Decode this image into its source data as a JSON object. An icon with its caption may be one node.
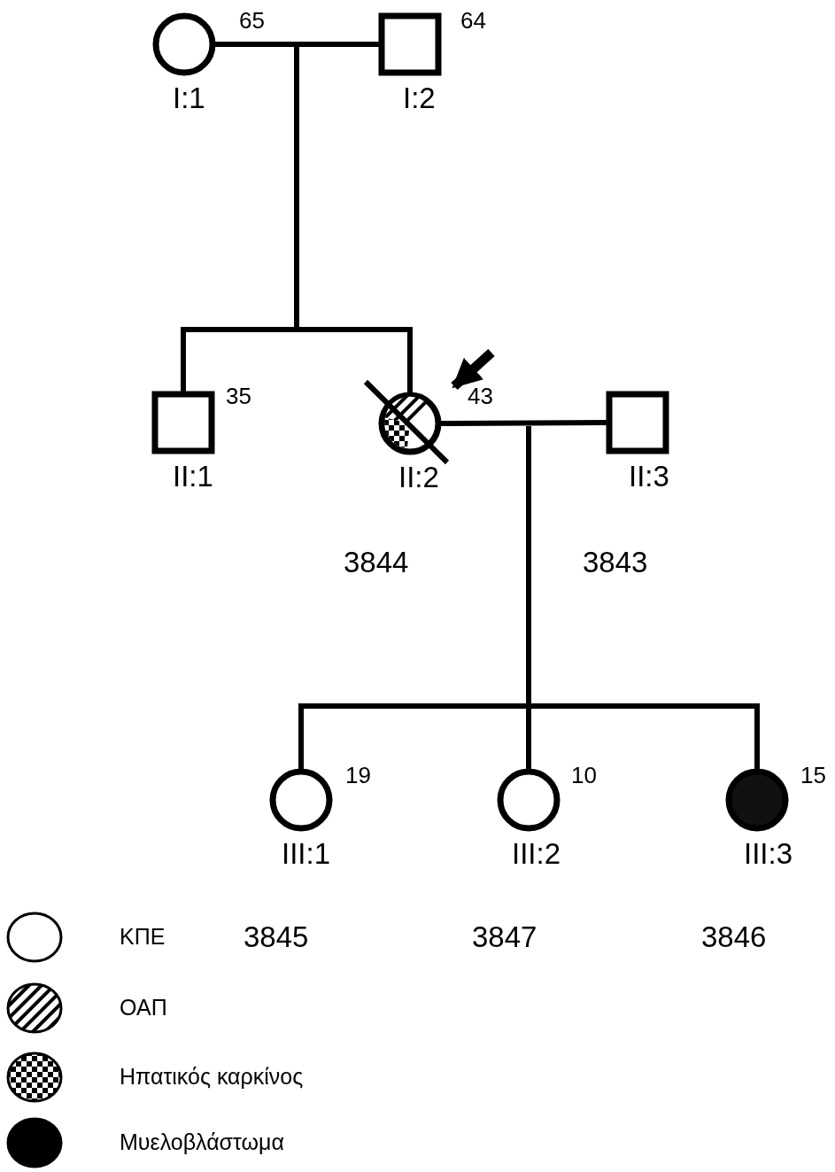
{
  "diagram": {
    "nodes": [
      {
        "text": [
          "I:1"
        ],
        "beside": [
          "65"
        ]
      },
      {
        "text": [
          "I:2"
        ],
        "beside": [
          "64"
        ]
      },
      {
        "text": [
          "II:1"
        ],
        "beside": [
          "35"
        ]
      },
      {
        "text": [
          "II:2"
        ],
        "beside": [
          "43",
          "3844"
        ]
      },
      {
        "text": [
          "II:3"
        ],
        "beside": [
          "3843"
        ]
      },
      {
        "text": [
          "III:1"
        ],
        "beside": [
          "19",
          "3845"
        ]
      },
      {
        "text": [
          "III:2"
        ],
        "beside": [
          "10",
          "3847"
        ]
      },
      {
        "text": [
          "III:3"
        ],
        "beside": [
          "15",
          "3846"
        ]
      }
    ],
    "edges": [
      {
        "from": 0,
        "to": 1,
        "arrow": "none"
      },
      {
        "from": 0,
        "to": 2,
        "arrow": "none"
      },
      {
        "from": 0,
        "to": 3,
        "arrow": "none"
      },
      {
        "from": 1,
        "to": 2,
        "arrow": "none"
      },
      {
        "from": 1,
        "to": 3,
        "arrow": "none"
      },
      {
        "from": 3,
        "to": 4,
        "arrow": "none"
      },
      {
        "from": 3,
        "to": 5,
        "arrow": "none"
      },
      {
        "from": 3,
        "to": 6,
        "arrow": "none"
      },
      {
        "from": 3,
        "to": 7,
        "arrow": "none"
      },
      {
        "from": 4,
        "to": 5,
        "arrow": "none"
      },
      {
        "from": 4,
        "to": 6,
        "arrow": "none"
      },
      {
        "from": 4,
        "to": 7,
        "arrow": "none"
      },
      {
        "from": null,
        "to": 3,
        "arrow": "to",
        "style": "thick"
      }
    ],
    "legend": [
      {
        "text": "ΚΠΕ"
      },
      {
        "text": "ΟΑΠ"
      },
      {
        "text": "Ηπατικός καρκίνος"
      },
      {
        "text": "Μυελοβλάστωμα",
        "color": "#000000"
      }
    ]
  }
}
